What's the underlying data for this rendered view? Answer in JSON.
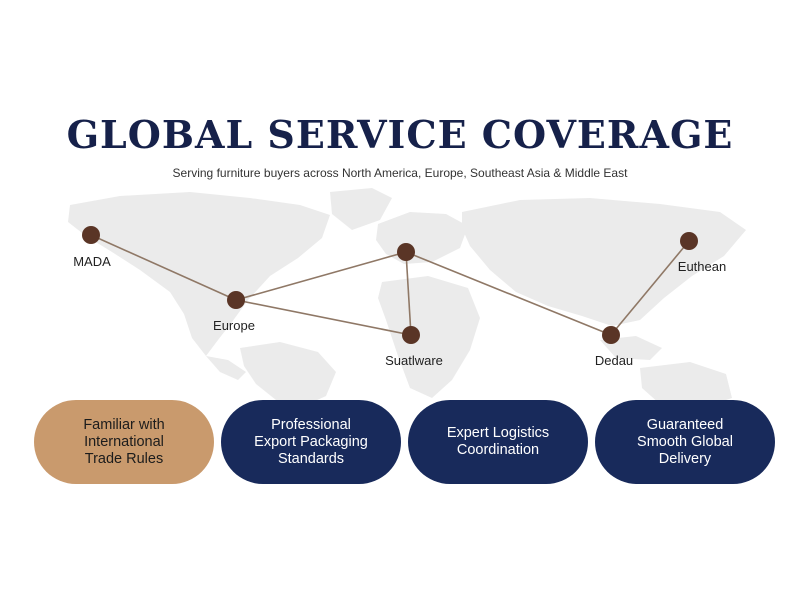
{
  "title": "GLOBAL SERVICE COVERAGE",
  "subtitle": "Serving furniture buyers across North America, Europe, Southeast Asia & Middle East",
  "colors": {
    "title": "#16214a",
    "node": "#5a3526",
    "route": "#8f7866",
    "land": "#e9e9e9",
    "pill_navy": "#182a5b",
    "pill_gold": "#c99a6d"
  },
  "map_labels": {
    "mada": "MADA",
    "europe": "Europe",
    "suatlware": "Suatlware",
    "dedau": "Dedau",
    "euthean": "Euthean"
  },
  "features": [
    {
      "text": "Familiar with\nInternational\nTrade Rules"
    },
    {
      "text": "Professional\nExport Packaging\nStandards"
    },
    {
      "text": "Expert Logistics\nCoordination"
    },
    {
      "text": "Guaranteed\nSmooth Global\nDelivery"
    }
  ]
}
